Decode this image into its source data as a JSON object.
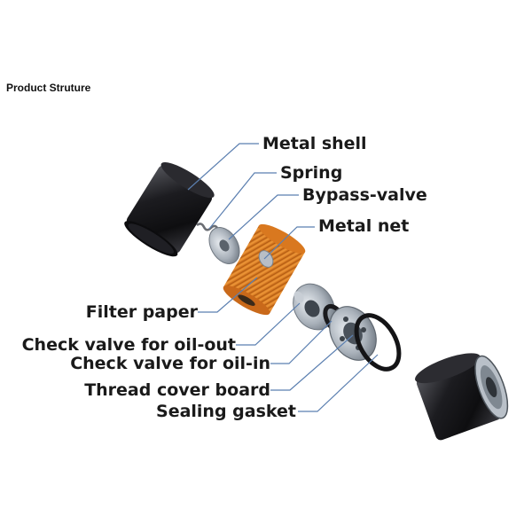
{
  "page": {
    "heading": "Product Struture"
  },
  "labels": {
    "metal_shell": "Metal shell",
    "spring": "Spring",
    "bypass_valve": "Bypass-valve",
    "metal_net": "Metal net",
    "filter_paper": "Filter paper",
    "check_valve_oil_out": "Check valve for oil-out",
    "check_valve_oil_in": "Check valve for oil-in",
    "thread_cover_board": "Thread cover board",
    "sealing_gasket": "Sealing gasket"
  },
  "colors": {
    "leader_line": "#5b7fb0",
    "filter_paper": "#e8892a",
    "metal_shell": "#1b1b1f",
    "steel": "#9aa3ad"
  }
}
